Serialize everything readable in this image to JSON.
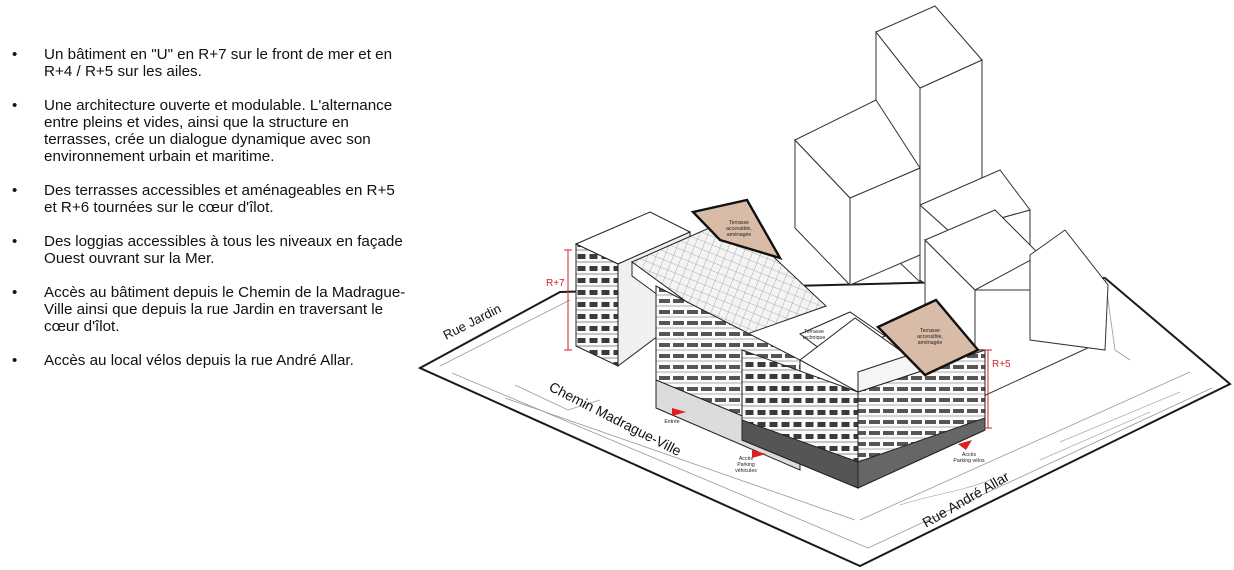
{
  "bullets": [
    "Un bâtiment en \"U\" en R+7 sur le front de mer et en R+4 / R+5 sur les ailes.",
    "Une architecture ouverte et modulable. L'alternance entre pleins et vides, ainsi que la structure en terrasses, crée un dialogue dynamique avec son environnement urbain et maritime.",
    "Des terrasses accessibles et aménageables en R+5 et R+6 tournées sur le cœur d'îlot.",
    "Des loggias accessibles à tous les niveaux en façade Ouest ouvrant sur la Mer.",
    "Accès au bâtiment depuis le Chemin de la Madrague-Ville ainsi que depuis la rue Jardin en traversant le cœur d'îlot.",
    "Accès au local vélos depuis la rue André Allar."
  ],
  "bullet_symbol": "•",
  "streets": {
    "jardin": "Rue Jardin",
    "madrague": "Chemin Madrague-Ville",
    "allar": "Rue André Allar"
  },
  "levels": {
    "r7": "R+7",
    "r5": "R+5"
  },
  "terrace_labels": {
    "upper": [
      "Terrasse",
      "accessible,",
      "aménagée"
    ],
    "lower": [
      "Terrasse",
      "accessible,",
      "aménagée"
    ],
    "technical": [
      "Terrasse",
      "technique"
    ]
  },
  "access_labels": {
    "entree": "Entrée",
    "parking_vehicules": [
      "Accès",
      "Parking",
      "véhicules"
    ],
    "parking_velos": [
      "Accès",
      "Parking vélos"
    ]
  },
  "colors": {
    "terrace_fill": "#d8bca8",
    "accent_red": "#e0201f",
    "line": "#1a1a1a"
  }
}
